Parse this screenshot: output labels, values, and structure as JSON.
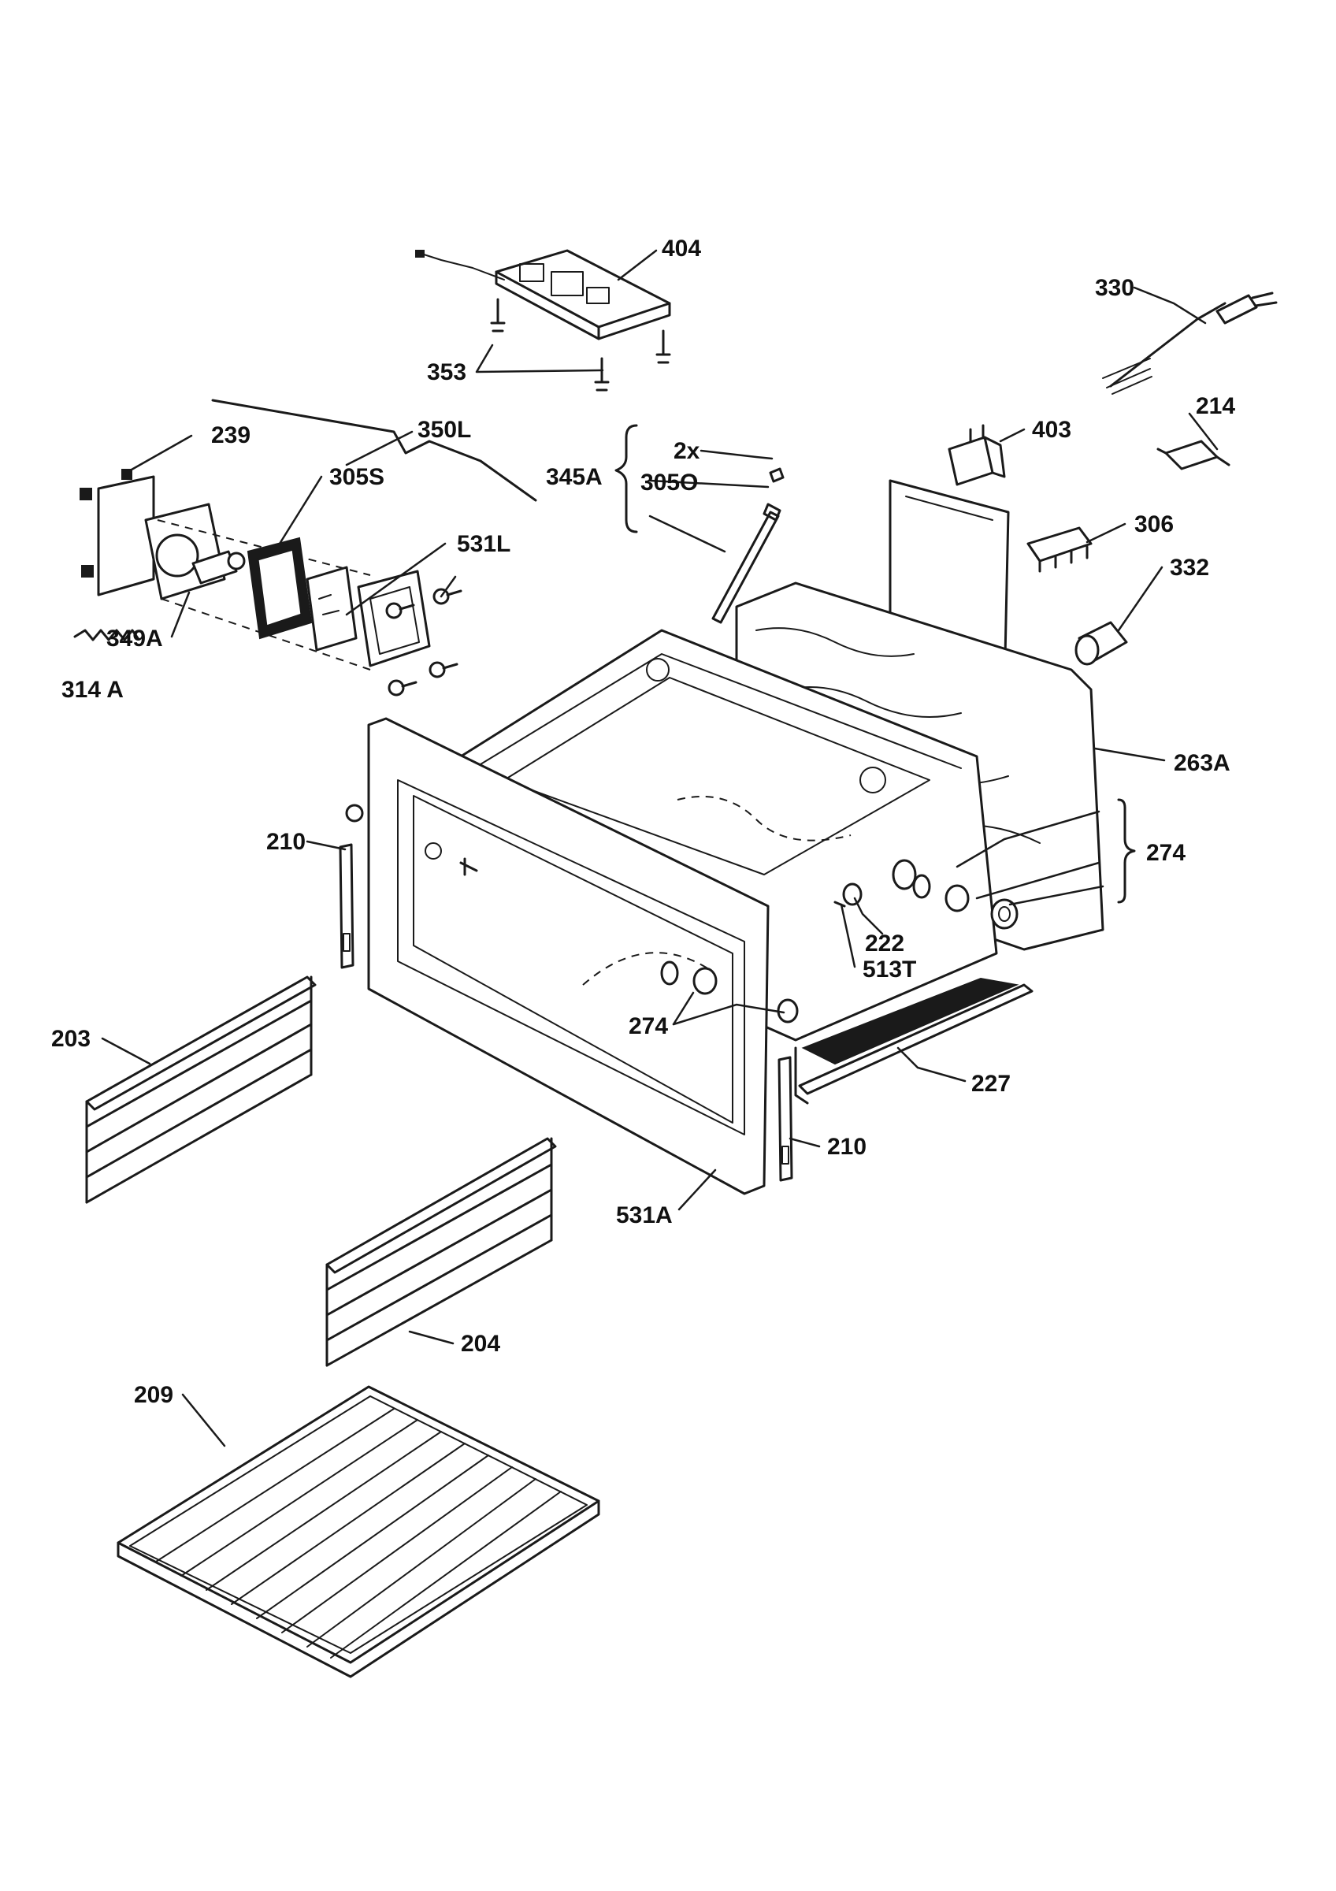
{
  "diagram": {
    "colors": {
      "line": "#1a1a1a",
      "background": "#ffffff"
    },
    "labels": {
      "p404": "404",
      "p330": "330",
      "p353": "353",
      "p350L": "350L",
      "p239": "239",
      "p305S": "305S",
      "p531L": "531L",
      "p349A": "349A",
      "p314A": "314 A",
      "p2x": "2x",
      "p345A": "345A",
      "p305O": "305O",
      "p403": "403",
      "p214": "214",
      "p306": "306",
      "p332": "332",
      "p263A": "263A",
      "p274a": "274",
      "p274b": "274",
      "p210a": "210",
      "p210b": "210",
      "p222": "222",
      "p513T": "513T",
      "p203": "203",
      "p227": "227",
      "p531A": "531A",
      "p204": "204",
      "p209": "209"
    }
  }
}
